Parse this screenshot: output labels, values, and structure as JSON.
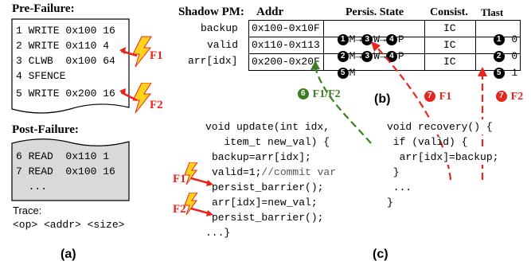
{
  "pre_failure": {
    "title": "Pre-Failure:",
    "lines": [
      "1 WRITE 0x100 16",
      "2 WRITE 0x110 4",
      "3 CLWB  0x100 64",
      "4 SFENCE",
      "5 WRITE 0x200 16"
    ],
    "markers": [
      "F1",
      "F2"
    ]
  },
  "post_failure": {
    "title": "Post-Failure:",
    "lines": [
      "6 READ  0x110 1",
      "7 READ  0x100 16",
      "  ..."
    ]
  },
  "trace": {
    "label": "Trace:",
    "format": "<op> <addr> <size>"
  },
  "caption_a": "(a)",
  "shadow": {
    "title": "Shadow PM:",
    "headers": {
      "addr": "Addr",
      "state": "Persis. State",
      "consist": "Consist.",
      "tlast": "Tlast"
    },
    "rows": [
      {
        "name": "backup",
        "addr": "0x100-0x10F",
        "state_nums": [
          "1",
          "3",
          "4"
        ],
        "state_letters": [
          "M",
          "W",
          "P"
        ],
        "consist": "IC",
        "tlast_num": "1",
        "tlast_val": "0"
      },
      {
        "name": "valid",
        "addr": "0x110-0x113",
        "state_nums": [
          "2",
          "3",
          "4"
        ],
        "state_letters": [
          "M",
          "W",
          "P"
        ],
        "consist": "IC",
        "tlast_num": "2",
        "tlast_val": "0"
      },
      {
        "name": "arr[idx]",
        "addr": "0x200-0x20F",
        "state_nums": [
          "5"
        ],
        "state_letters": [
          "M"
        ],
        "consist": "IC",
        "tlast_num": "5",
        "tlast_val": "1"
      }
    ]
  },
  "caption_b": "(b)",
  "arrows": {
    "green_num": "6",
    "green_label": "F1/F2",
    "red1_num": "7",
    "red1_label": "F1",
    "red2_num": "7",
    "red2_label": "F2"
  },
  "update_code": [
    "void update(int idx,",
    "   item_t new_val) {",
    "backup=arr[idx];",
    "valid=1;",
    "persist_barrier();",
    "arr[idx]=new_val;",
    "persist_barrier();",
    "...}"
  ],
  "update_comment": "//commit var",
  "recovery_code": [
    "void recovery() {",
    " if (valid) {",
    "  arr[idx]=backup;",
    " }",
    " ...",
    "}"
  ],
  "code_markers": [
    "F1",
    "F2"
  ],
  "caption_c": "(c)"
}
